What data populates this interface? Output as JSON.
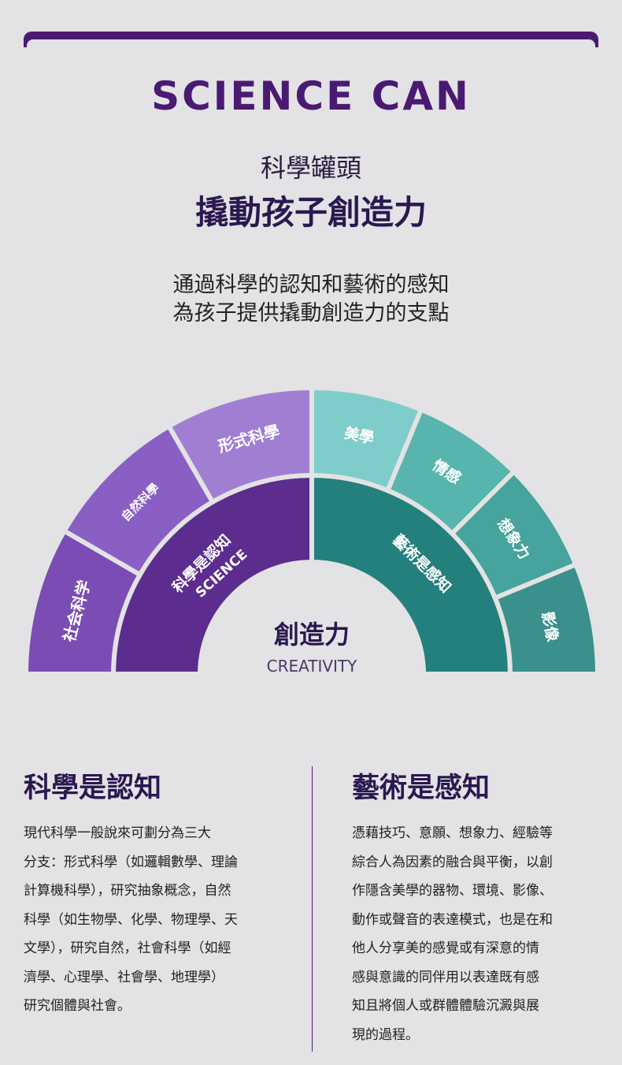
{
  "header": {
    "logo_text": "SCIENCE CAN",
    "title_line1": "科學罐頭",
    "title_line2": "撬動孩子創造力",
    "subtitle_line1": "通過科學的認知和藝術的感知",
    "subtitle_line2": "為孩子提供撬動創造力的支點"
  },
  "wheel": {
    "center_title": "創造力",
    "center_sub": "CREATIVITY",
    "science_inner": "科學是認知",
    "science_inner_logo": "SCIENCE",
    "art_inner": "藝術是感知",
    "science_segments": [
      "社会科学",
      "自然科學",
      "形式科學"
    ],
    "art_segments": [
      "美學",
      "情感",
      "想象力",
      "影像"
    ],
    "colors": {
      "science_inner": "#5c2d8f",
      "science_outer": [
        "#7a4cb4",
        "#8a5fc4",
        "#a07fd3"
      ],
      "art_inner": "#23807c",
      "art_outer": [
        "#7ecdcb",
        "#58b5ae",
        "#46a39d",
        "#3a908b"
      ]
    }
  },
  "science": {
    "title": "科學是認知",
    "lines": [
      "現代科學一般說來可劃分為三大",
      "分支：形式科學（如邏輯數學、理論",
      "計算機科學），研究抽象概念，自然",
      "科學（如生物學、化學、物理學、天",
      "文學），研究自然，社會科學（如經",
      "濟學、心理學、社會學、地理學）",
      "研究個體與社會。"
    ]
  },
  "art": {
    "title": "藝術是感知",
    "lines": [
      "憑藉技巧、意願、想象力、經驗等",
      "綜合人為因素的融合與平衡，以創",
      "作隱含美學的器物、環境、影像、",
      "動作或聲音的表達模式，也是在和",
      "他人分享美的感覺或有深意的情",
      "感與意識的同伴用以表達既有感",
      "知且將個人或群體體驗沉澱與展",
      "現的過程。"
    ]
  }
}
